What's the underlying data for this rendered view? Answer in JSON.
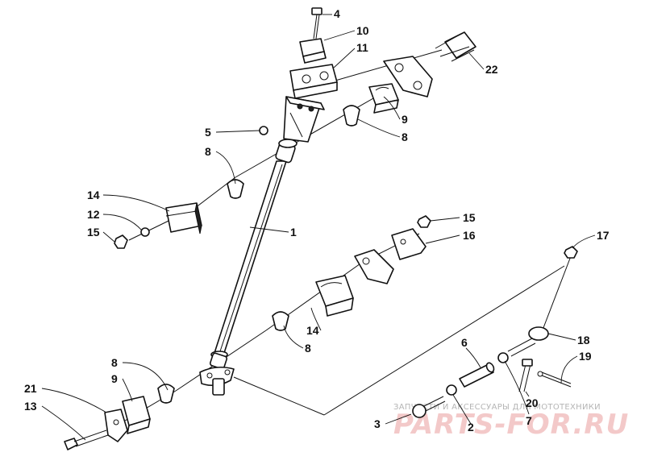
{
  "diagram": {
    "callouts": [
      {
        "id": "c4",
        "label": "4"
      },
      {
        "id": "c10",
        "label": "10"
      },
      {
        "id": "c11",
        "label": "11"
      },
      {
        "id": "c22",
        "label": "22"
      },
      {
        "id": "c9a",
        "label": "9"
      },
      {
        "id": "c8a",
        "label": "8"
      },
      {
        "id": "c5",
        "label": "5"
      },
      {
        "id": "c8b",
        "label": "8"
      },
      {
        "id": "c14a",
        "label": "14"
      },
      {
        "id": "c12",
        "label": "12"
      },
      {
        "id": "c15a",
        "label": "15"
      },
      {
        "id": "c1",
        "label": "1"
      },
      {
        "id": "c15b",
        "label": "15"
      },
      {
        "id": "c16",
        "label": "16"
      },
      {
        "id": "c17",
        "label": "17"
      },
      {
        "id": "c14b",
        "label": "14"
      },
      {
        "id": "c8c",
        "label": "8"
      },
      {
        "id": "c18",
        "label": "18"
      },
      {
        "id": "c6",
        "label": "6"
      },
      {
        "id": "c19",
        "label": "19"
      },
      {
        "id": "c8d",
        "label": "8"
      },
      {
        "id": "c9b",
        "label": "9"
      },
      {
        "id": "c21",
        "label": "21"
      },
      {
        "id": "c13",
        "label": "13"
      },
      {
        "id": "c20",
        "label": "20"
      },
      {
        "id": "c7",
        "label": "7"
      },
      {
        "id": "c3",
        "label": "3"
      },
      {
        "id": "c2",
        "label": "2"
      }
    ]
  },
  "watermark": {
    "caption": "ЗАПЧАСТИ И АКСЕССУАРЫ ДЛЯ МОТОТЕХНИКИ",
    "brand": "PARTS-FOR.RU"
  }
}
